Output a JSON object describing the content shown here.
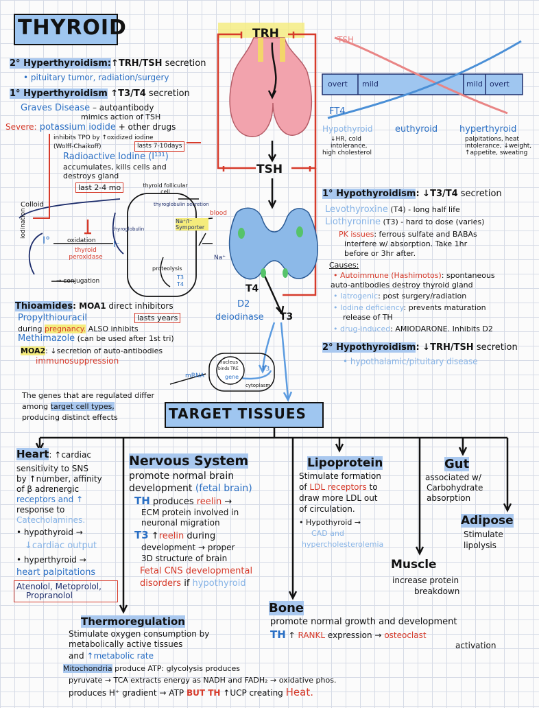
{
  "title": "THYROID",
  "secondary_hyper": {
    "heading_a": "2° Hyperthyroidism:",
    "heading_b": "↑TRH/TSH",
    "heading_c": " secretion",
    "sub": "• pituitary tumor, radiation/surgery"
  },
  "primary_hyper": {
    "heading_a": "1° Hyperthyroidism",
    "heading_b": " ↑T3/T4",
    "heading_c": " secretion",
    "graves": "Graves Disease",
    "graves_desc": " – autoantibody",
    "graves_desc2": "mimics action of TSH",
    "severe": "Severe:",
    "kI": " potassium iodide",
    "kI_desc": " + other drugs",
    "kI_desc2": "inhibits TPO by ↑oxidized iodine",
    "wolff": "(Wolff-Chaikoff)",
    "wolff_last": "lasts 7-10days",
    "rai": "Radioactive Iodine (I¹³¹)",
    "rai_desc": "accumulates, kills cells and",
    "rai_desc2": "destroys gland",
    "rai_last": "last 2-4 mo"
  },
  "cell": {
    "colloid": "Colloid",
    "follicular": "thyroid follicular cell",
    "thyroglobulin_secretion": "thyroglobulin secretion",
    "thyroglobulin": "thyroglobulin",
    "na_i": "Na⁺/I⁻ Symporter",
    "blood": "blood",
    "iodination": "iodination",
    "oxidation": "oxidation",
    "tpo": "thyroid peroxidase",
    "conjugation": "→ conjugation",
    "proteolysis": "proteolysis",
    "t3": "T3",
    "t4": "T4",
    "i_minus": "I⁻",
    "i_zero": "I°",
    "na_plus": "Na⁺"
  },
  "thioamides": {
    "heading": "Thioamides",
    "moa1": ": MOA1",
    "moa1_desc": " direct inhibitors",
    "ptu": "Propylthiouracil",
    "ptu_last": "lasts years",
    "ptu_desc": "during",
    "ptu_preg": "pregnancy.",
    "ptu_desc2": " ALSO inhibits",
    "methimazole": "Methimazole",
    "methimazole_desc": " (can be used after 1st tri)",
    "moa2": "MOA2",
    "moa2_desc": ": ↓secretion of auto-antibodies",
    "immuno": "immunosuppression"
  },
  "axis": {
    "trh": "TRH",
    "tsh": "TSH",
    "t4": "T4",
    "t3": "T3",
    "d2": "D2",
    "deiodinase": "deiodinase"
  },
  "nucleus": {
    "nucleus": "nucleus",
    "binds": "binds TRE",
    "gene": "gene",
    "mrna": "mRNA",
    "cytoplasm": "cytoplasm",
    "t3": "T3"
  },
  "graph": {
    "tsh": "TSH",
    "ft4": "FT4",
    "overt_left": "overt",
    "mild_left": "mild",
    "mild_right": "mild",
    "overt_right": "overt",
    "hypo": "Hypothyroid",
    "eu": "euthyroid",
    "hyper": "hyperthyroid",
    "hypo_desc": [
      "↓HR, cold",
      "intolerance,",
      "high cholesterol"
    ],
    "hyper_desc": [
      "palpitations, heat",
      "intolerance, ↓weight,",
      "↑appetite, sweating"
    ]
  },
  "primary_hypo": {
    "heading_a": "1° Hypothyroidism",
    "heading_b": ": ↓T3/T4",
    "heading_c": " secretion",
    "levo": "Levothyroxine",
    "levo_desc": " (T4) - long half life",
    "lio": "Liothyronine",
    "lio_desc": " (T3) - hard to dose (varies)",
    "pk": "PK issues",
    "pk_desc": ": ferrous sulfate and BABAs",
    "pk_desc2": "interfere w/ absorption. Take 1hr",
    "pk_desc3": "before or 3hr after.",
    "causes": "Causes:",
    "auto": "• Autoimmune (Hashimotos)",
    "auto_desc": ": spontaneous",
    "auto_desc2": "auto-antibodies destroy thyroid gland",
    "iatro": "• Iatrogenic",
    "iatro_desc": ": post surgery/radiation",
    "iodine": "• Iodine deficiency",
    "iodine_desc": ": prevents maturation",
    "iodine_desc2": "release of TH",
    "drug": "• drug-induced",
    "drug_desc": ": AMIODARONE. Inhibits D2"
  },
  "secondary_hypo": {
    "heading_a": "2° Hypothyroidism",
    "heading_b": ": ↓TRH/TSH",
    "heading_c": " secretion",
    "sub": "• hypothalamic/pituitary disease"
  },
  "genes_note": {
    "line1": "The genes that are regulated differ",
    "line2a": "among ",
    "line2b": "target cell types,",
    "line3": "producing distinct effects"
  },
  "target": "TARGET TISSUES",
  "heart": {
    "heading": "Heart",
    "l1": ": ↑cardiac",
    "l2": "sensitivity to SNS",
    "l3": "by ↑number, affinity",
    "l4": "of β adrenergic",
    "l5": "receptors and ↑",
    "l6": "response to",
    "l7": "Catecholamines.",
    "hypo": "• hypothyroid →",
    "hypo2": "↓cardiac output",
    "hyper": "• hyperthyroid →",
    "hyper2": "heart palpitations",
    "drugs": "Atenolol, Metoprolol,",
    "drugs2": "Propranolol"
  },
  "nervous": {
    "heading": "Nervous System",
    "l1": "promote normal brain",
    "l2a": "development ",
    "l2b": "(fetal brain)",
    "l3a": "TH",
    "l3b": " produces ",
    "l3c": "reelin",
    "l3d": " →",
    "l4": "ECM protein involved in",
    "l5": "neuronal migration",
    "l6a": "T3",
    "l6b": " ↑",
    "l6c": "reelin",
    "l6d": " during",
    "l7": "development → proper",
    "l8": "3D structure of brain",
    "l9": "Fetal CNS developmental",
    "l10a": "disorders",
    "l10b": " if ",
    "l10c": "hypothyroid"
  },
  "lipo": {
    "heading": "Lipoprotein",
    "l1": "Stimulate formation",
    "l2a": "of ",
    "l2b": "LDL receptors",
    "l2c": " to",
    "l3": "draw more LDL out",
    "l4": "of circulation.",
    "l5": "• Hypothyroid →",
    "l6": "CAD and",
    "l7": "hypercholesterolemia"
  },
  "gut": {
    "heading": "Gut",
    "l1": "associated w/",
    "l2": "Carbohydrate",
    "l3": "absorption"
  },
  "adipose": {
    "heading": "Adipose",
    "l1": "Stimulate",
    "l2": "lipolysis"
  },
  "muscle": {
    "heading": "Muscle",
    "l1": "increase protein",
    "l2": "breakdown"
  },
  "bone": {
    "heading": "Bone",
    "l1": "promote normal growth and development",
    "l2a": "TH",
    "l2b": " ↑ ",
    "l2c": "RANKL",
    "l2d": " expression → ",
    "l2e": "osteoclast",
    "l3": "activation"
  },
  "thermo": {
    "heading": "Thermoregulation",
    "l1": "Stimulate oxygen consumption by",
    "l2": "metabolically active tissues",
    "l3a": "and ",
    "l3b": "↑metabolic rate",
    "l4a": "Mitochondria",
    "l4b": " produce ATP: glycolysis produces",
    "l5": "pyruvate → TCA extracts energy as NADH and FADH₂ → oxidative phos.",
    "l6a": "produces H⁺ gradient → ATP ",
    "l6b": "BUT TH",
    "l6c": " ↑UCP creating ",
    "l6d": "Heat."
  },
  "colors": {
    "red": "#d63a2a",
    "blue": "#2a6fc4",
    "light_blue": "#86b3e6",
    "highlight_blue": "#a9c8ef",
    "highlight_yellow": "#f5ec7c",
    "highlight_pink": "#f6b3b3",
    "pituitary_pink": "#f2a3ad",
    "thyroid_blue": "#8cb9e8"
  }
}
